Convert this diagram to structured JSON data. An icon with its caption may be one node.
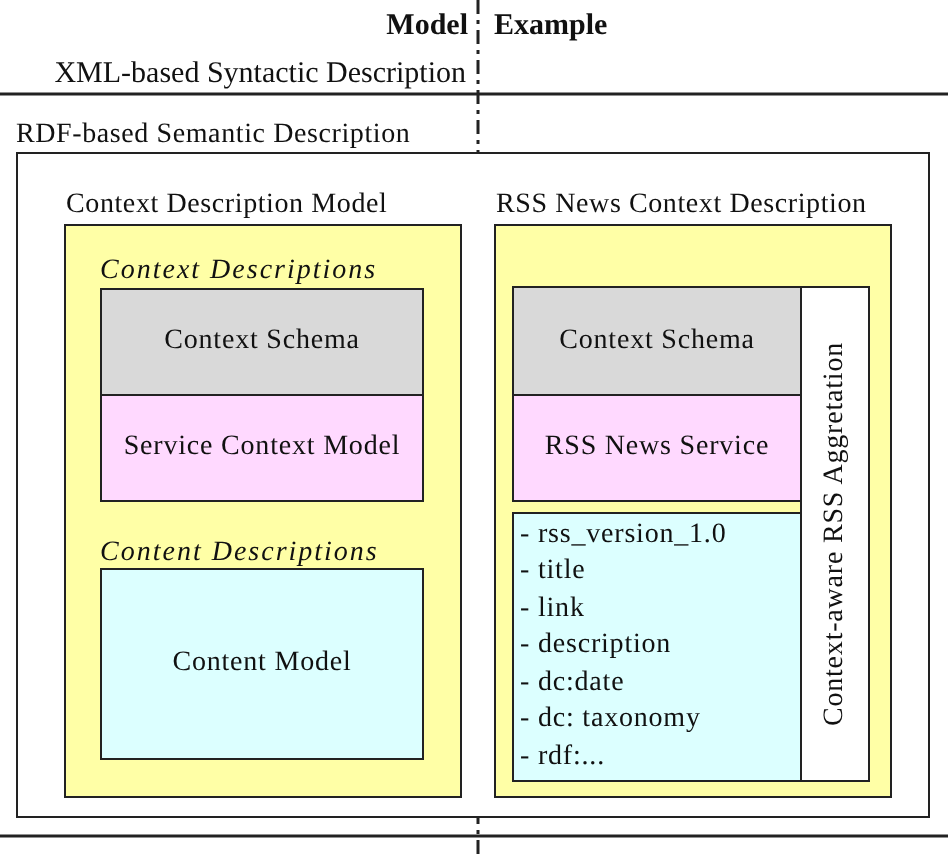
{
  "diagram": {
    "nodes": [
      {
        "text": [
          "RDF-based Semantic Description"
        ]
      },
      {
        "text": [
          "Context Description Model",
          "Context Descriptions",
          "Content Descriptions"
        ],
        "in": 0
      },
      {
        "text": [
          "Context Schema"
        ],
        "in": 1
      },
      {
        "text": [
          "Service Context Model"
        ],
        "in": 1
      },
      {
        "text": [
          "Content Model"
        ],
        "in": 1
      },
      {
        "text": [
          "RSS News Context Description"
        ],
        "in": 0
      },
      {
        "text": [
          "Context Schema"
        ],
        "in": 5
      },
      {
        "text": [
          "RSS News Service"
        ],
        "in": 5
      },
      {
        "text": [
          "- rss_version_1.0",
          "- title",
          "- link",
          "- description",
          "- dc:date",
          "- dc: taxonomy",
          "- rdf:..."
        ],
        "in": 5
      },
      {
        "text": [
          "Context-aware RSS Aggretation"
        ],
        "in": 5
      }
    ],
    "edges": [],
    "labels": [
      "Model",
      "Example",
      "XML-based Syntactic Description"
    ]
  }
}
